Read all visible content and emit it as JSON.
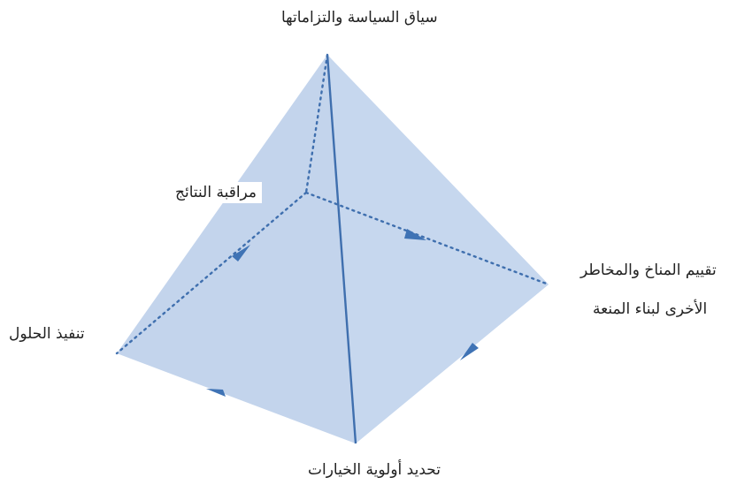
{
  "labels": {
    "top": "سياق السياسة والتزاماتها",
    "monitor": "مراقبة النتائج",
    "right_line1": "تقييم المناخ والمخاطر",
    "right_line2": "الأخرى لبناء المنعة",
    "left": "تنفيذ الحلول",
    "bottom": "تحديد أولوية الخيارات"
  },
  "colors": {
    "face": "#c3d4ec",
    "edge": "#3f6fae",
    "arrow": "#3f73b5"
  }
}
